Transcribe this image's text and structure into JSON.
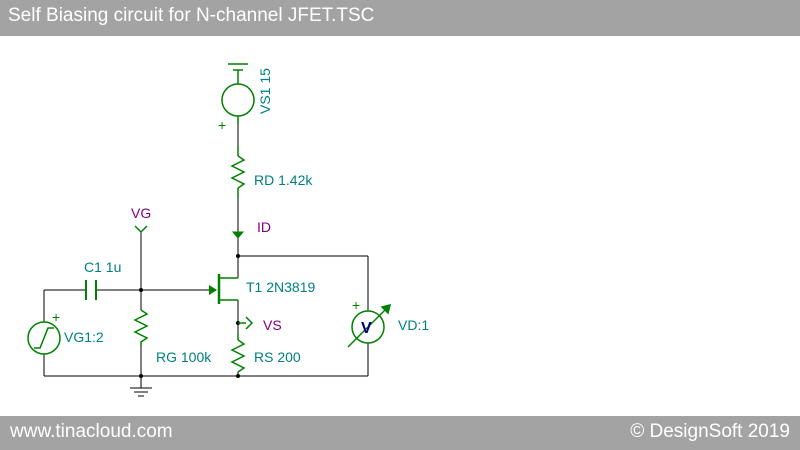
{
  "title": "Self Biasing circuit for N-channel JFET.TSC",
  "footer": {
    "left": "www.tinacloud.com",
    "right": "© DesignSoft 2019"
  },
  "colors": {
    "wire": "#000000",
    "component": "#008000",
    "label": "#008080",
    "probe": "#800080",
    "meter": "#000080",
    "bar": "#a3a3a3"
  },
  "components": {
    "vs1": {
      "label": "VS1 15",
      "plus": "+"
    },
    "rd": {
      "label": "RD 1.42k"
    },
    "t1": {
      "label": "T1 2N3819"
    },
    "rs": {
      "label": "RS 200"
    },
    "rg": {
      "label": "RG 100k"
    },
    "c1": {
      "label": "C1 1u"
    },
    "vg1": {
      "label": "VG1:2",
      "plus": "+"
    },
    "vd": {
      "label": "VD:1",
      "symbol": "V",
      "plus": "+"
    }
  },
  "probes": {
    "vg": "VG",
    "vs": "VS",
    "id": "ID"
  }
}
